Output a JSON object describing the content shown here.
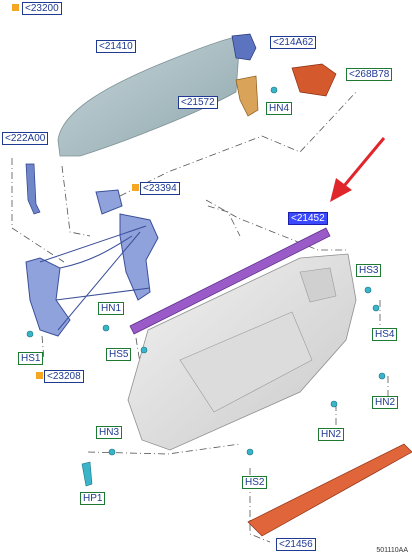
{
  "callouts": {
    "c23200": "<23200",
    "c21410": "<21410",
    "c214A62": "<214A62",
    "c268B78": "<268B78",
    "c21572": "<21572",
    "hn4": "HN4",
    "c222A00": "<222A00",
    "c23394": "<23394",
    "c21452": "<21452",
    "hs3": "HS3",
    "hn1": "HN1",
    "hs4": "HS4",
    "hs1": "HS1",
    "hs5": "HS5",
    "c23208": "<23208",
    "hn2a": "HN2",
    "hn2b": "HN2",
    "hn3": "HN3",
    "hs2": "HS2",
    "hp1": "HP1",
    "c21456": "<21456"
  },
  "colors": {
    "marker_orange": "#f5a623",
    "highlight": "#3a48ff",
    "arrow_red": "#e0262b"
  },
  "footer_id": "501110AA"
}
